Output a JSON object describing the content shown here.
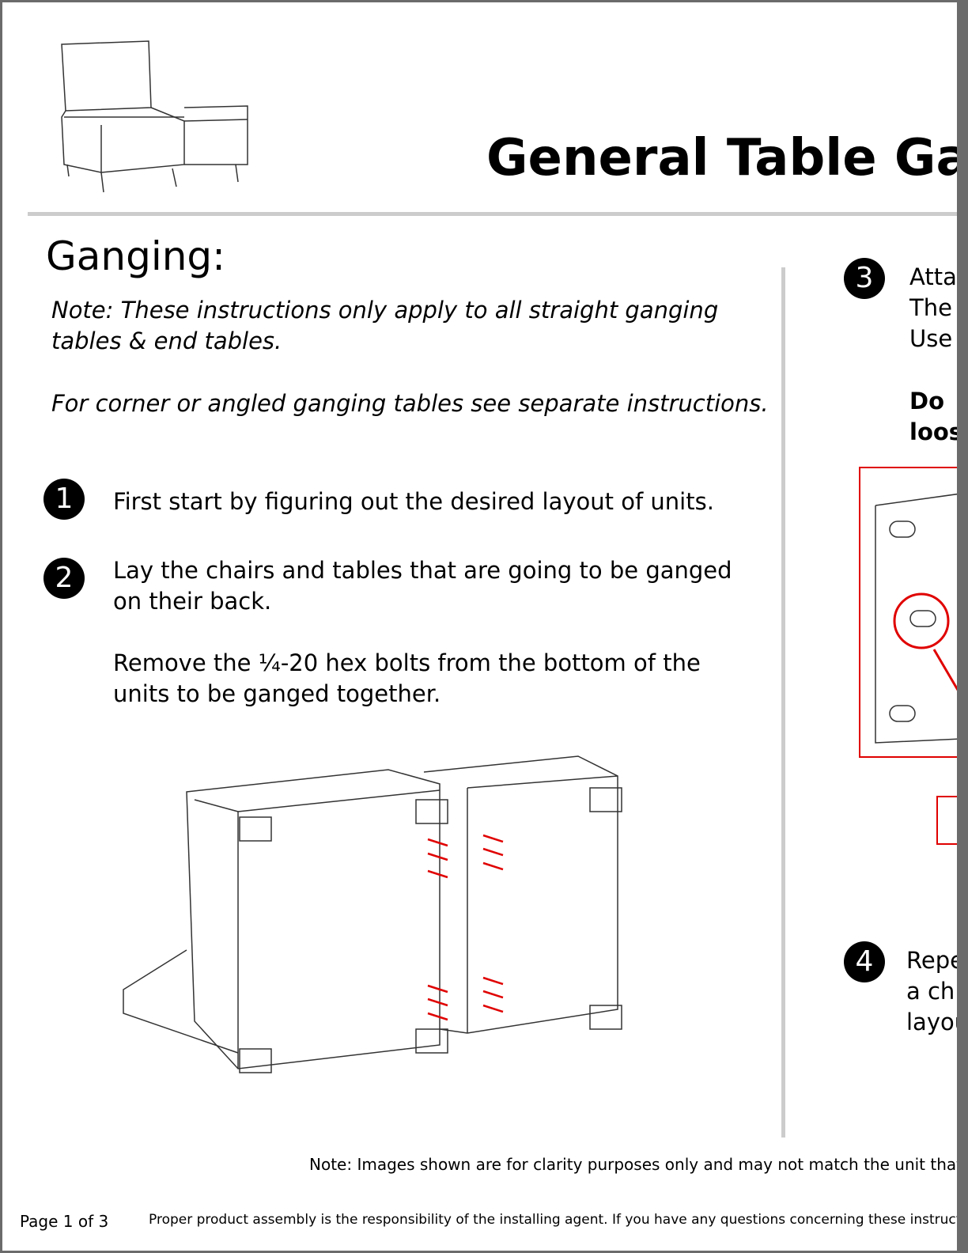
{
  "header": {
    "title": "General Table Gan"
  },
  "section": {
    "heading": "Ganging:",
    "note1": [
      "Note: These instructions only apply to all straight ganging",
      "tables & end tables."
    ],
    "note2": "For corner or angled ganging tables see separate instructions."
  },
  "steps": [
    {
      "number": "1",
      "lines": [
        "First start by figuring out the desired layout of units."
      ]
    },
    {
      "number": "2",
      "lines": [
        "Lay the chairs and tables that are going to be ganged",
        "on their back."
      ],
      "extra": [
        "Remove the ¼-20 hex bolts from the bottom of the",
        "units to be ganged together."
      ]
    },
    {
      "number": "3",
      "lines": [
        "Atta",
        "The",
        "Use"
      ],
      "bold": [
        "Do",
        "loos"
      ]
    },
    {
      "number": "4",
      "lines": [
        "Repe",
        "a ch",
        "layou"
      ]
    }
  ],
  "colors": {
    "accent": "#e00000",
    "rule": "#cccccc"
  },
  "footer": {
    "note": "Note: Images shown are for clarity purposes only and may not match the unit that y",
    "page": "Page 1 of 3",
    "disclaimer": "Proper product assembly is the responsibility of the installing agent. If you have any questions concerning these instructio"
  }
}
